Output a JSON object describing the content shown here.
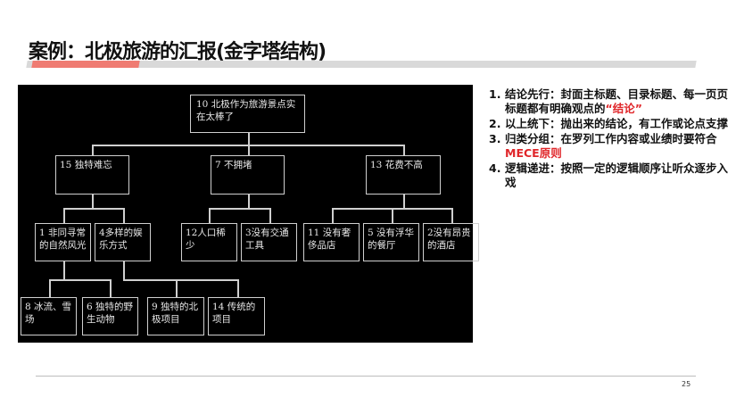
{
  "title": "案例：北极旅游的汇报(金字塔结构)",
  "diagram": {
    "root": "10 北极作为旅游景点实在太棒了",
    "level2": [
      "15 独特难忘",
      "7 不拥堵",
      "13 花费不高"
    ],
    "level3": [
      "1 非同寻常的自然风光",
      "4多样的娱乐方式",
      "12人口稀少",
      "3没有交通工具",
      "11 没有奢侈品店",
      "5 没有浮华的餐厅",
      "2没有昂贵的酒店"
    ],
    "level4": [
      "8 冰流、雪场",
      "6 独特的野生动物",
      "9 独特的北极项目",
      "14 传统的项目"
    ]
  },
  "points": [
    {
      "num": "1.",
      "text": "结论先行：封面主标题、目录标题、每一页页标题都有明确观点的",
      "highlight": "“结论”"
    },
    {
      "num": "2.",
      "text": "以上统下：抛出来的结论，有工作或论点支撑",
      "highlight": ""
    },
    {
      "num": "3.",
      "text": "归类分组：在罗列工作内容或业绩时要符合",
      "highlight": "MECE原则"
    },
    {
      "num": "4.",
      "text": "逻辑递进：按照一定的逻辑顺序让听众逐步入戏",
      "highlight": ""
    }
  ],
  "page_number": "25",
  "colors": {
    "accent": "#e0262a",
    "bar": "#ef7b72"
  }
}
